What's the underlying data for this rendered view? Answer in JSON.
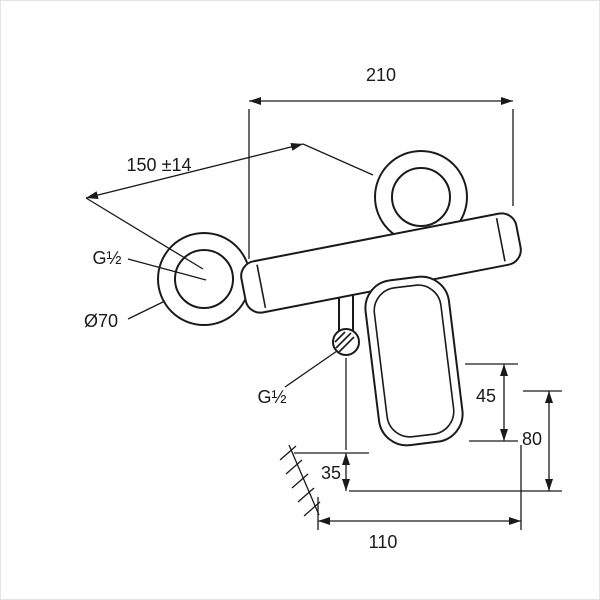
{
  "drawing": {
    "dimensions": {
      "overall_width": "210",
      "connection_distance": "150 ±14",
      "thread_size_left": "G½",
      "rosette_diameter": "Ø70",
      "thread_size_bottom": "G½",
      "dim_45": "45",
      "dim_80": "80",
      "dim_35": "35",
      "dim_110": "110"
    },
    "colors": {
      "line": "#1a1a1a",
      "background": "#ffffff",
      "frame": "#e4e4e4"
    }
  }
}
